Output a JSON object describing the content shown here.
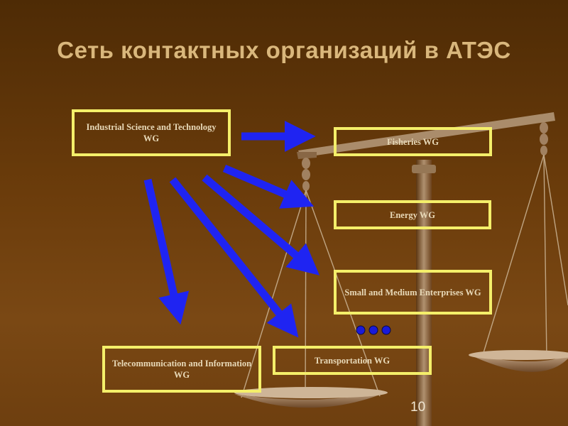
{
  "slide": {
    "title": "Сеть контактных организаций в АТЭС",
    "page_number": "10"
  },
  "nodes": {
    "industrial": "Industrial Science and Technology WG",
    "fisheries": "Fisheries WG",
    "energy": "Energy WG",
    "sme": "Small and Medium Enterprises WG",
    "telecom": "Telecommunication and Information WG",
    "transport": "Transportation WG"
  },
  "colors": {
    "background": "#6b3c0b",
    "title": "#d9b77c",
    "box_border": "#f4ef6a",
    "arrow": "#1f24f2",
    "dots": "#1a1ad8"
  },
  "icons": [
    "scales-of-justice-icon",
    "ellipsis-dots-icon"
  ]
}
